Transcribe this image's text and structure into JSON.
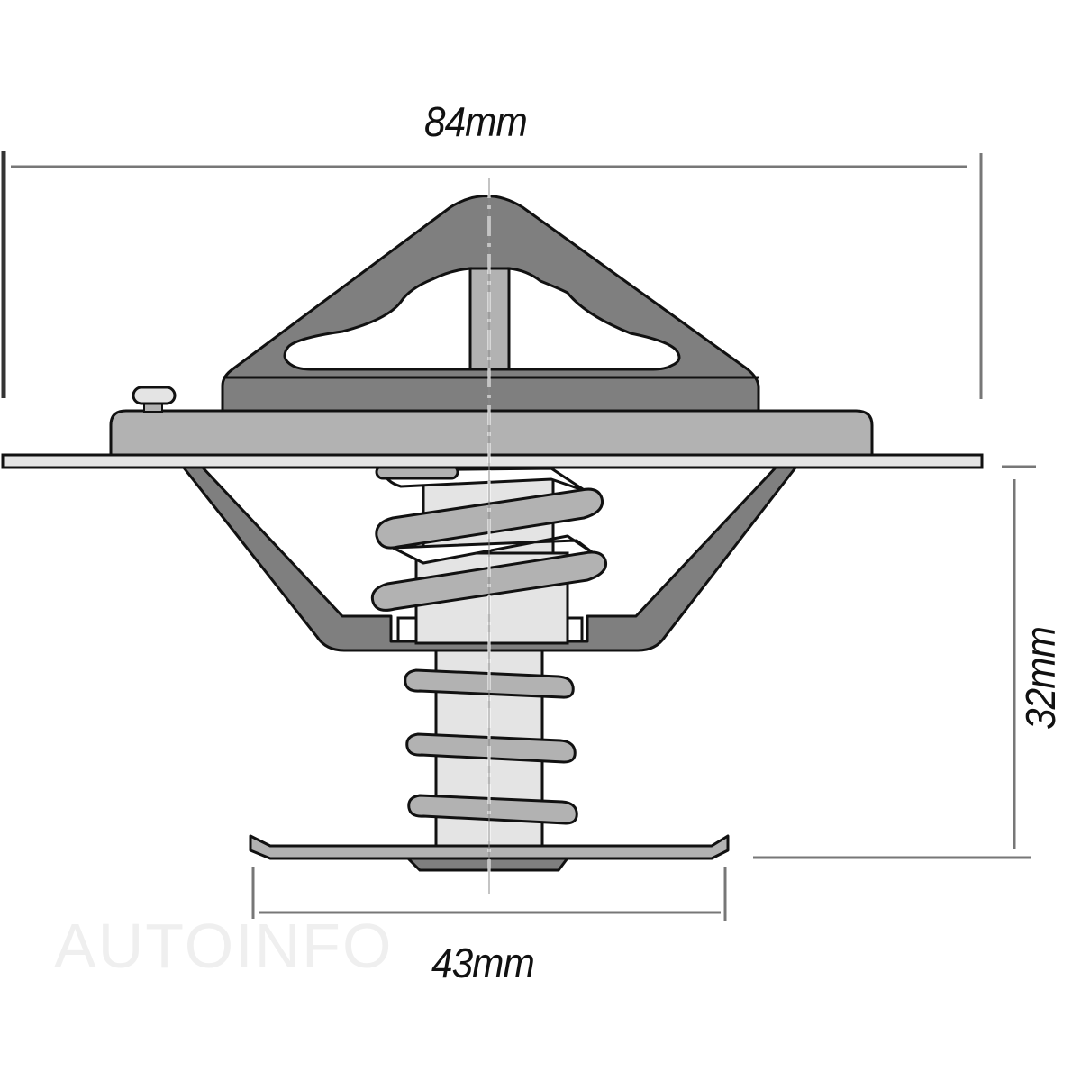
{
  "diagram": {
    "subject": "thermostat cross-section",
    "dimensions": {
      "overall_width": "84mm",
      "body_width": "43mm",
      "height": "32mm"
    },
    "watermark": "AUTOINFO",
    "colors": {
      "outline": "#111111",
      "dark_fill": "#7f7f7f",
      "mid_fill": "#b2b2b2",
      "light_fill": "#e4e4e4",
      "dim_line": "#777777",
      "background": "#ffffff"
    }
  }
}
